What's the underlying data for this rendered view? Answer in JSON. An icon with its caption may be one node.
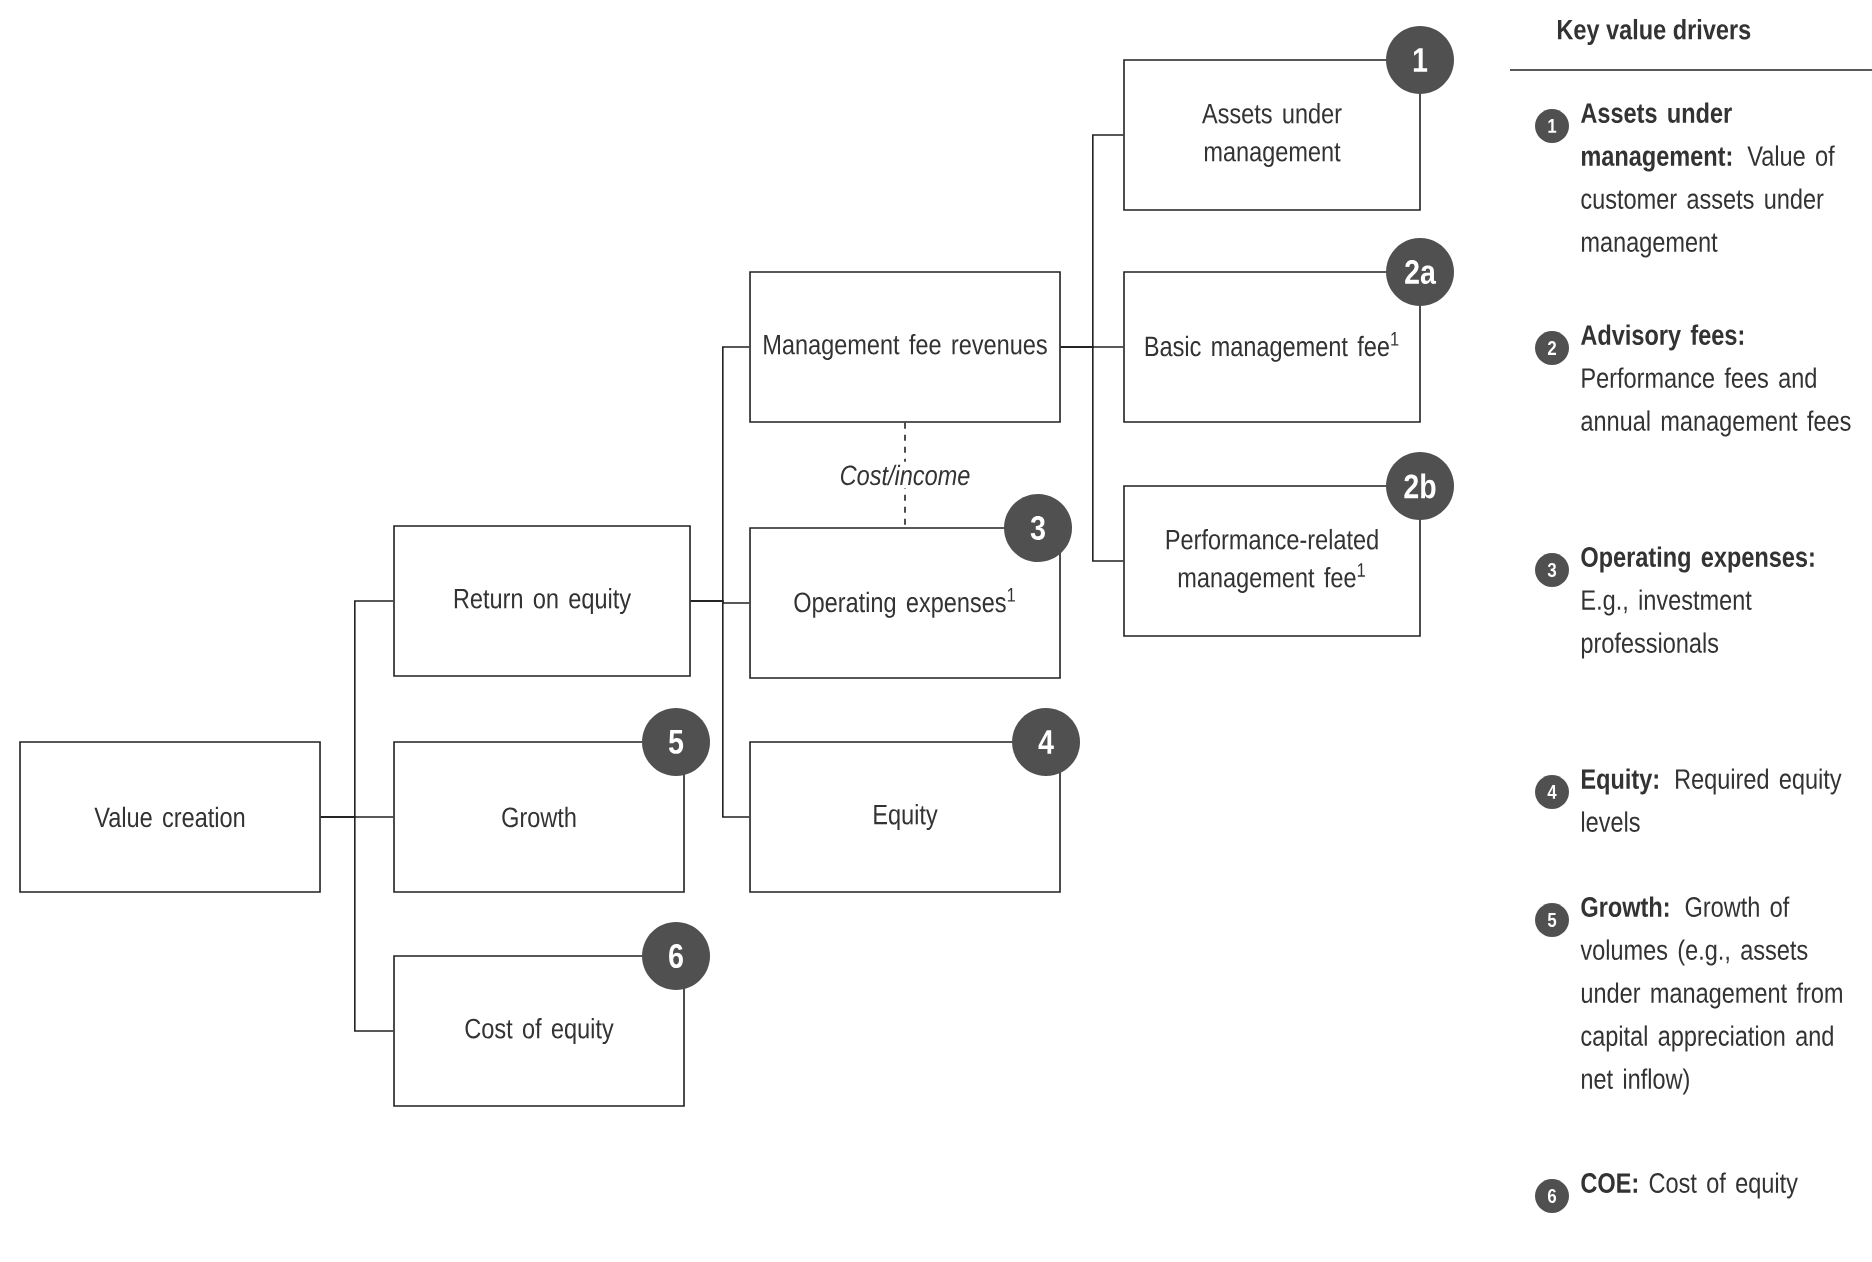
{
  "diagram": {
    "nodes": [
      {
        "text": [
          "Value creation"
        ]
      },
      {
        "text": [
          "Return on equity"
        ]
      },
      {
        "text": [
          "Growth"
        ]
      },
      {
        "text": [
          "Cost of equity"
        ]
      },
      {
        "text": [
          "Management fee revenues"
        ]
      },
      {
        "text": [
          "Operating expenses$^{1}$"
        ]
      },
      {
        "text": [
          "Equity"
        ]
      },
      {
        "text": [
          "Assets under management"
        ]
      },
      {
        "text": [
          "Basic management fee$^{1}$"
        ]
      },
      {
        "text": [
          "Performance-related management fee$^{1}$"
        ]
      }
    ],
    "edges": [
      {
        "from": 0,
        "to": 1,
        "arrow": "none"
      },
      {
        "from": 0,
        "to": 2,
        "arrow": "none"
      },
      {
        "from": 0,
        "to": 3,
        "arrow": "none"
      },
      {
        "from": 1,
        "to": 4,
        "arrow": "none"
      },
      {
        "from": 1,
        "to": 5,
        "arrow": "none"
      },
      {
        "from": 1,
        "to": 6,
        "arrow": "none"
      },
      {
        "from": 4,
        "to": 7,
        "arrow": "none"
      },
      {
        "from": 4,
        "to": 8,
        "arrow": "none"
      },
      {
        "from": 4,
        "to": 9,
        "arrow": "none"
      },
      {
        "from": 4,
        "to": 5,
        "arrow": "none",
        "style": "dashed",
        "label": "Cost/income"
      }
    ],
    "labels": [
      "1",
      "2a",
      "2b",
      "3",
      "5",
      "4",
      "6",
      "Key value drivers",
      "1",
      "**Assets under management:** Value of customer assets under management",
      "2",
      "**Advisory fees:** Performance fees and annual management fees",
      "3",
      "**Operating expenses:** E.g., investment professionals",
      "4",
      "**Equity:** Required equity levels",
      "5",
      "**Growth:** Growth of volumes (e.g., assets under management from capital appreciation and net inflow)",
      "6",
      "**COE:** Cost of equity"
    ]
  }
}
